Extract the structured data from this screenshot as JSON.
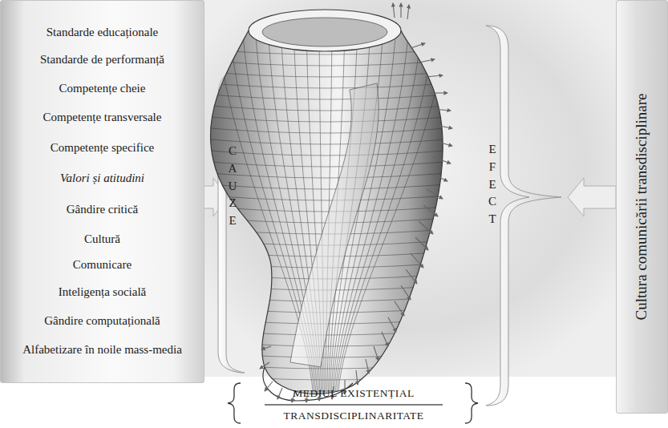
{
  "diagram": {
    "nodes": [
      {
        "text": [
          "Standarde educaționale",
          "Standarde de performanță",
          "Competențe cheie",
          "Competențe transversale",
          "Competențe specifice",
          "Valori și atitudini",
          "Gândire critică",
          "Cultură",
          "Comunicare",
          "Inteligența socială",
          "Gândire computațională",
          "Alfabetizare în noile mass-media"
        ]
      },
      {
        "text": [
          "Cultura comunicării transdisciplinare"
        ]
      }
    ],
    "labels": [
      "CAUZE",
      "EFECT",
      "MEDIUL EXISTENȚIAL",
      "TRANSDISCIPLINARITATE"
    ]
  }
}
